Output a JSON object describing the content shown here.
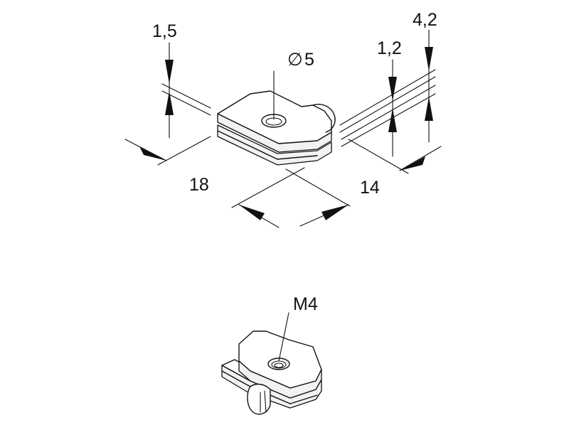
{
  "dimensions": {
    "plate_thickness": "1,5",
    "hole_diameter": "5",
    "diameter_symbol": "∅",
    "gap_thickness": "1,2",
    "total_height": "4,2",
    "length": "18",
    "width": "14"
  },
  "thread_label": "M4"
}
